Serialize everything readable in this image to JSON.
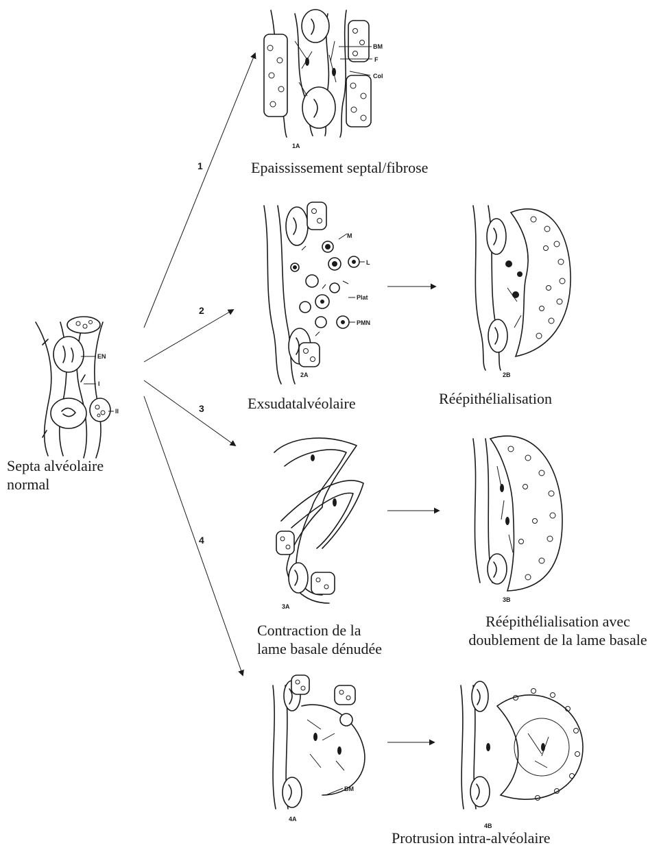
{
  "diagram": {
    "pathway_numbers": [
      "1",
      "2",
      "3",
      "4"
    ],
    "panels": {
      "p0": {
        "labels": [
          "EN",
          "I",
          "II"
        ]
      },
      "p1A": {
        "id": "1A",
        "labels": [
          "BM",
          "F",
          "Col"
        ]
      },
      "p2A": {
        "id": "2A",
        "labels": [
          "M",
          "L",
          "Plat",
          "PMN"
        ]
      },
      "p2B": {
        "id": "2B"
      },
      "p3A": {
        "id": "3A"
      },
      "p3B": {
        "id": "3B"
      },
      "p4A": {
        "id": "4A",
        "labels": [
          "BM"
        ]
      },
      "p4B": {
        "id": "4B"
      }
    },
    "captions": {
      "normal": "Septa alvéolaire\nnormal",
      "c1A": "Epaississement septal/fibrose",
      "c2A": "Exsudatalvéolaire",
      "c2B": "Réépithélialisation",
      "c3A": "Contraction de la\nlame basale dénudée",
      "c3B": "Réépithélialisation avec\ndoublement de la lame basale",
      "c4B": "Protrusion intra-alvéolaire"
    }
  }
}
